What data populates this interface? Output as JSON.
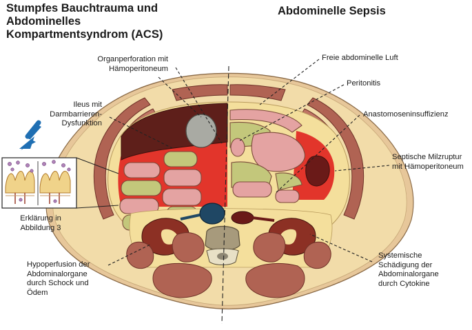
{
  "titles": {
    "left": [
      "Stumpfes Bauchtrauma und",
      "Abdominelles",
      "Kompartmentsyndrom (ACS)"
    ],
    "right": "Abdominelle Sepsis"
  },
  "labels": {
    "organperforation": [
      "Organperforation mit",
      "Hämoperitoneum"
    ],
    "ileus": [
      "Ileus mit",
      "Darmbarrieren-",
      "Dysfunktion"
    ],
    "erklaerung": [
      "Erklärung in",
      "Abbildung 3"
    ],
    "hypoperfusion": [
      "Hypoperfusion der",
      "Abdominalorgane",
      "durch Schock und",
      "Ödem"
    ],
    "freie_luft": [
      "Freie abdominelle Luft"
    ],
    "peritonitis": [
      "Peritonitis"
    ],
    "anastomose": [
      "Anastomoseninsuffizienz"
    ],
    "milzruptur": [
      "Septische Milzruptur",
      "mit Hämoperitoneum"
    ],
    "cytokine": [
      "Systemische",
      "Schädigung der",
      "Abdominalorgane",
      "durch Cytokine"
    ]
  },
  "colors": {
    "skin": "#e7c79a",
    "muscle": "#ad5f4f",
    "liver": "#5e1f1a",
    "blood": "#e2352b",
    "bowel_pink": "#e4a3a2",
    "bowel_green": "#c3c77b",
    "fat": "#f4df9c",
    "aorta": "#1f4764",
    "arrow": "#1f6fb3"
  }
}
